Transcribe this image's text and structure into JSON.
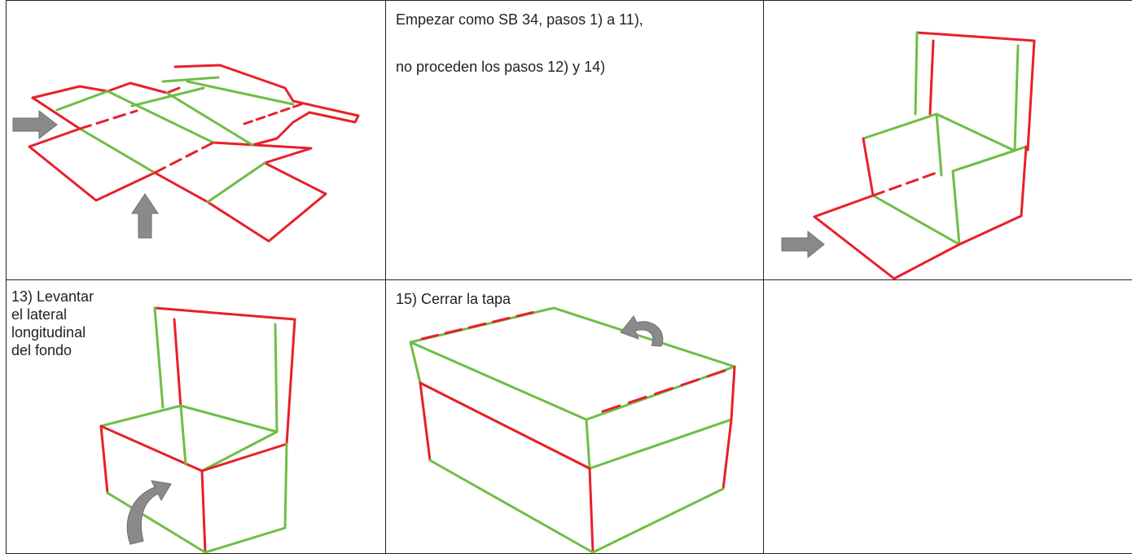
{
  "instructions": {
    "line1": "Empezar como SB 34, pasos 1) a 11),",
    "line2": "no proceden los pasos 12) y 14)"
  },
  "steps": {
    "step13": "13) Levantar\nel lateral\nlongitudinal\ndel fondo",
    "step15": "15) Cerrar la tapa"
  },
  "colors": {
    "cut_line": "#e8202a",
    "fold_line": "#6fbe44",
    "arrow": "#8a8a8a",
    "border": "#222222"
  },
  "icons": [
    "right-arrow-icon",
    "up-arrow-icon",
    "curved-arrow-icon"
  ]
}
